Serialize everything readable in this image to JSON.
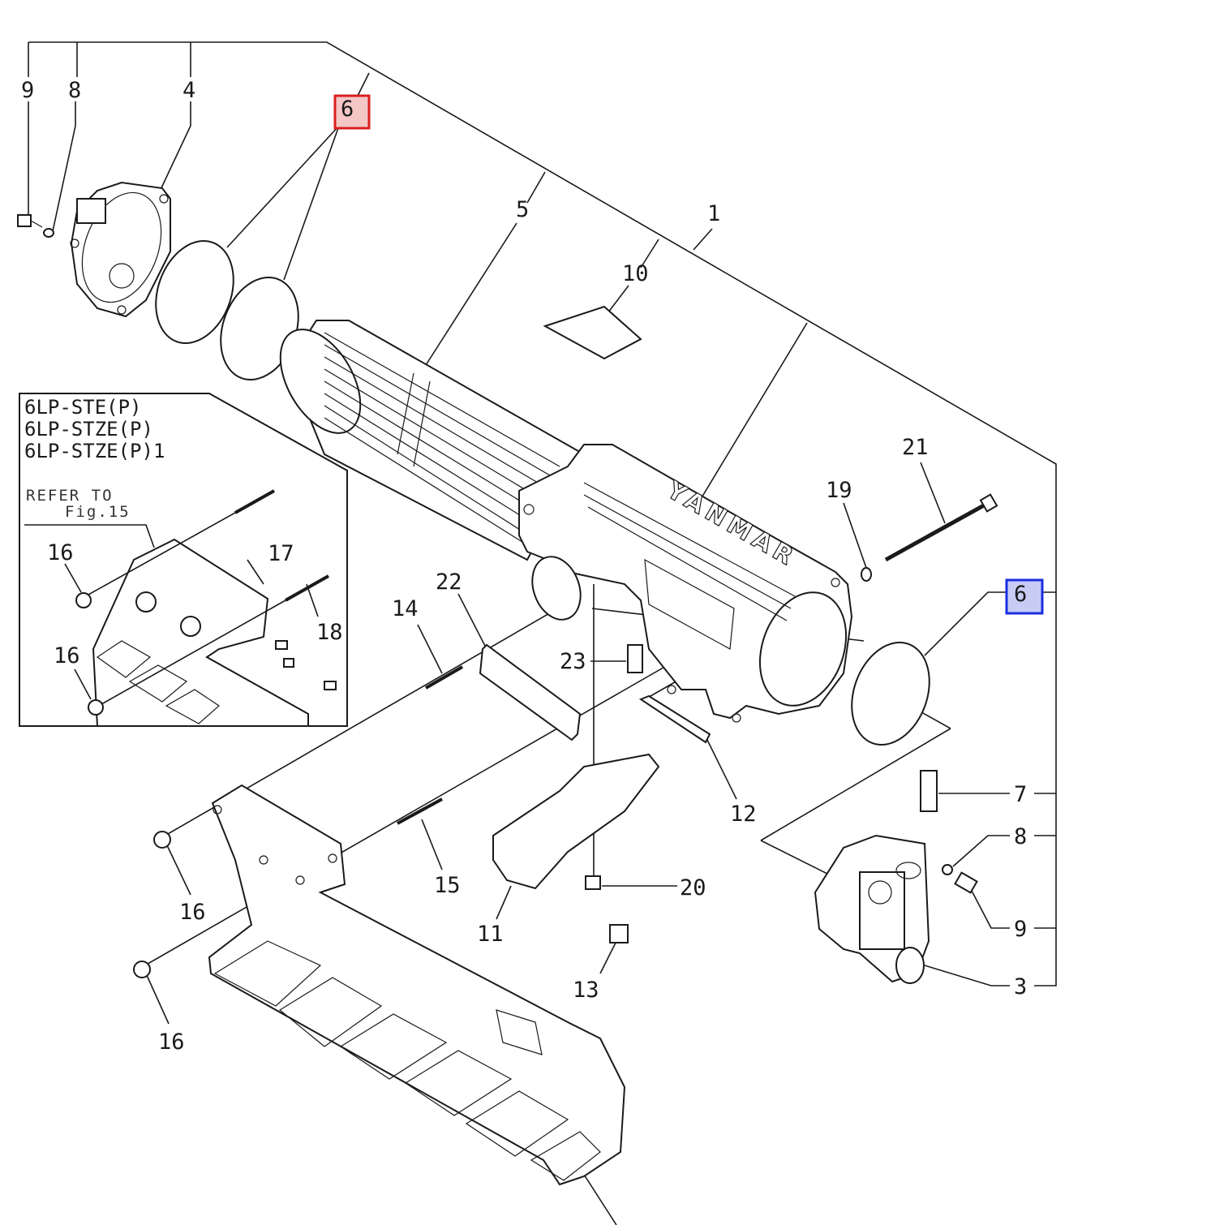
{
  "callouts": {
    "c1": "1",
    "c3": "3",
    "c4": "4",
    "c5": "5",
    "c6_top": "6",
    "c6_right": "6",
    "c7": "7",
    "c8_left": "8",
    "c8_right": "8",
    "c9_left": "9",
    "c9_right": "9",
    "c10": "10",
    "c11": "11",
    "c12": "12",
    "c13": "13",
    "c14": "14",
    "c15": "15",
    "c16_a": "16",
    "c16_b": "16",
    "c16_c": "16",
    "c16_d": "16",
    "c17": "17",
    "c18": "18",
    "c19": "19",
    "c20": "20",
    "c21": "21",
    "c22": "22",
    "c23": "23"
  },
  "inset": {
    "models": [
      "6LP-STE(P)",
      "6LP-STZE(P)",
      "6LP-STZE(P)1"
    ],
    "refer_line1": "REFER TO",
    "refer_line2": "Fig.15"
  },
  "brand_text": "YANMAR",
  "highlights": {
    "top_color": "#f5c6c6",
    "top_border": "#d92020",
    "right_color": "#c8ccf5",
    "right_border": "#1a2ee0"
  }
}
